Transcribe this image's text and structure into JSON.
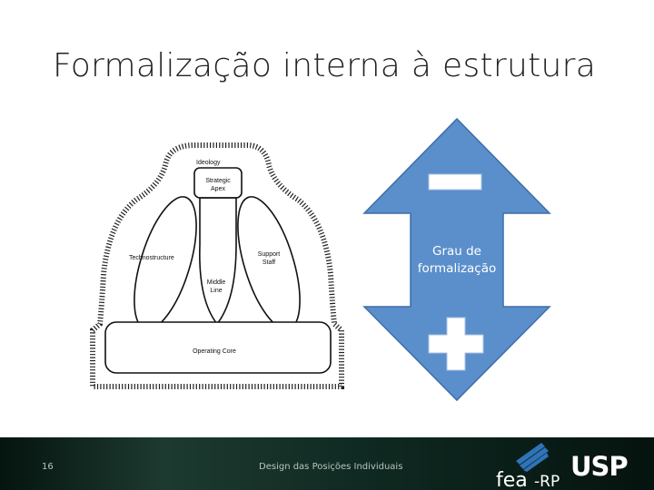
{
  "slide": {
    "title": "Formalização interna à estrutura",
    "page_number": "16",
    "footer_text": "Design das Posições Individuais"
  },
  "diagram": {
    "labels": {
      "ideology": "Ideology",
      "strategic_apex_1": "Strategic",
      "strategic_apex_2": "Apex",
      "technostructure": "Technostructure",
      "support_staff_1": "Support",
      "support_staff_2": "Staff",
      "middle_line_1": "Middle",
      "middle_line_2": "Line",
      "operating_core": "Operating Core"
    }
  },
  "arrow": {
    "label": "Grau de formalização",
    "top_symbol": "minus",
    "bottom_symbol": "plus",
    "color": "#5b8fcb"
  },
  "logos": {
    "fea": "fea-RP",
    "usp": "USP"
  }
}
